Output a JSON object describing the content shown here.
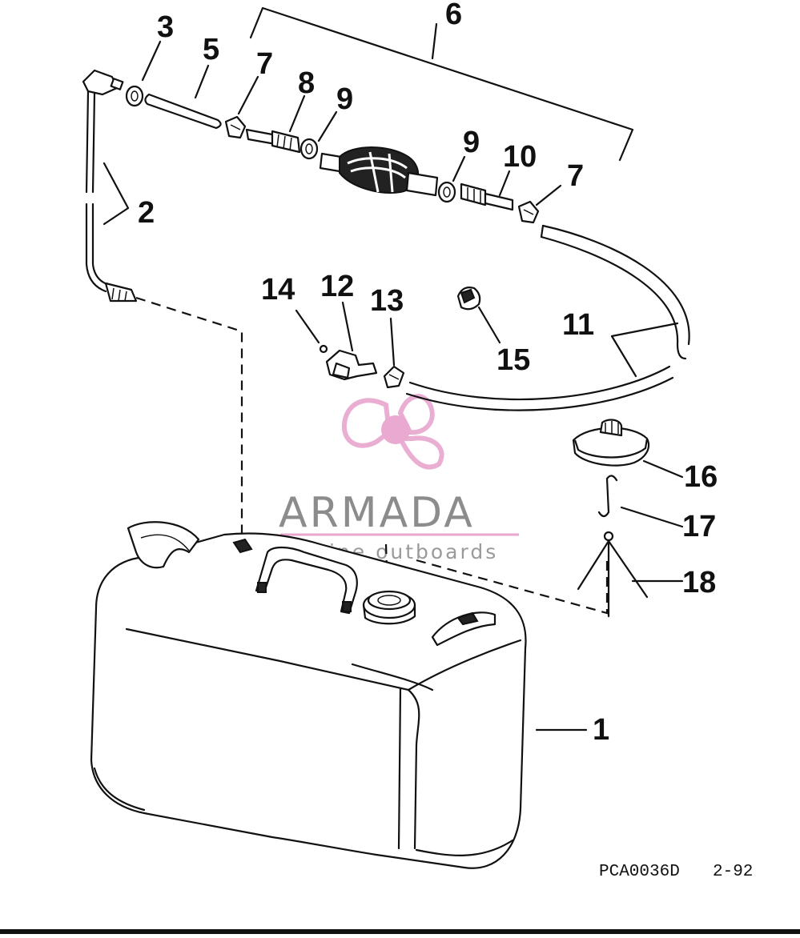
{
  "callouts": {
    "c1": "1",
    "c2": "2",
    "c3": "3",
    "c5": "5",
    "c6": "6",
    "c7a": "7",
    "c7b": "7",
    "c8": "8",
    "c9a": "9",
    "c9b": "9",
    "c10": "10",
    "c11": "11",
    "c12": "12",
    "c13": "13",
    "c14": "14",
    "c15": "15",
    "c16": "16",
    "c17": "17",
    "c18": "18"
  },
  "footer": {
    "code": "PCA0036D",
    "date": "2-92"
  },
  "watermark": {
    "brand": "ARMADA",
    "tagline": "marine outboards",
    "logo_color": "#e8a6cf",
    "logo_hub_color": "#e7a0cc"
  }
}
